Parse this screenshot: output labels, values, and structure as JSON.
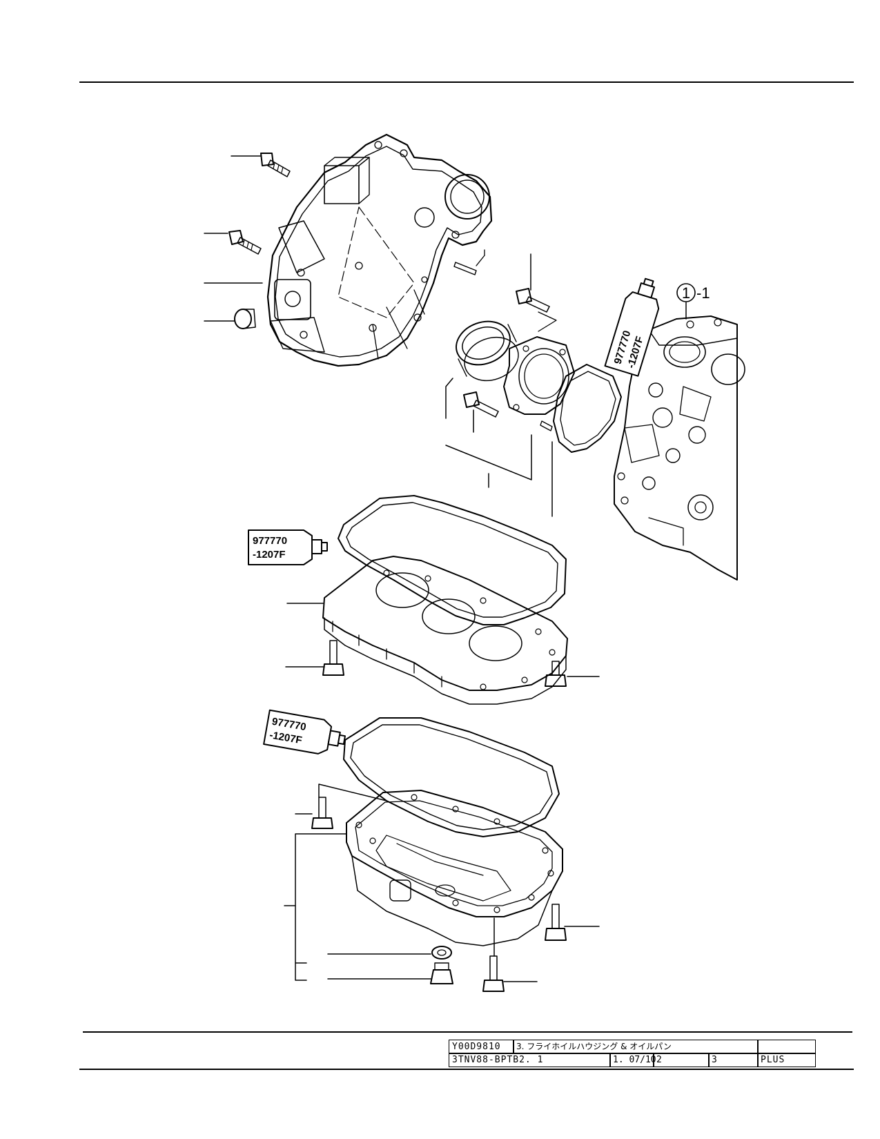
{
  "title_block": {
    "drawing_code": "Y00D9810",
    "section_title": "3. フライホイルハウジング & オイルパン",
    "model": "3TNV88-BPTB2. 1",
    "date": "1. 07/10",
    "page_a": "2",
    "page_b": "3",
    "edition": "PLUS"
  },
  "callout": {
    "number": "1",
    "suffix": "-1"
  },
  "sealant_tubes": [
    {
      "part_no": "977770",
      "suffix": "-1207F"
    },
    {
      "part_no": "977770",
      "suffix": "-1207F"
    },
    {
      "part_no": "977770",
      "suffix": "-1207F"
    }
  ]
}
